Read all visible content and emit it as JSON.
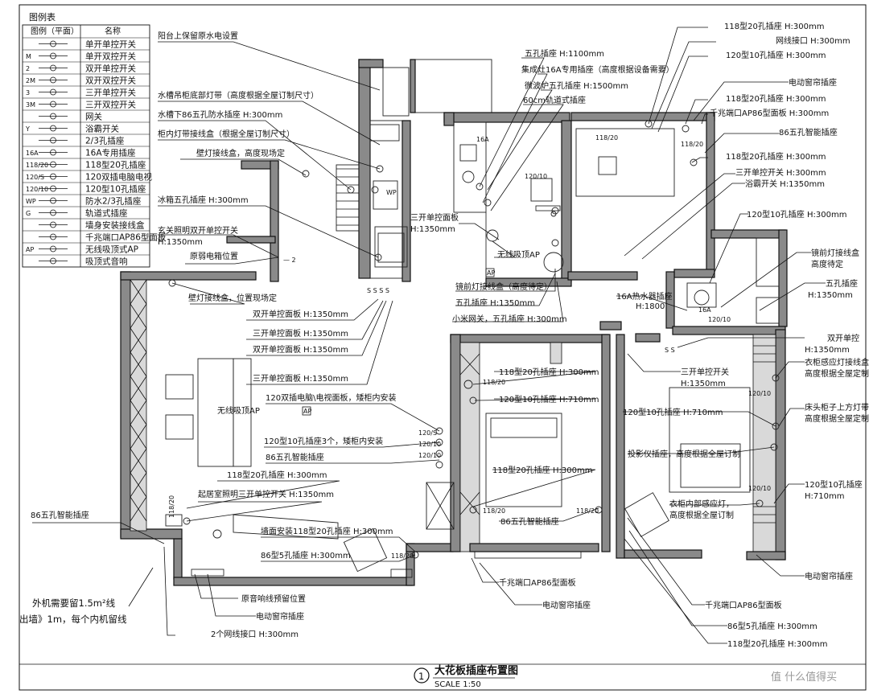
{
  "legend": {
    "title": "图例表",
    "col_symbol": "图例（平面）",
    "col_name": "名称",
    "rows": [
      {
        "code": "",
        "name": "单开单控开关"
      },
      {
        "code": "M",
        "name": "单开双控开关"
      },
      {
        "code": "2",
        "name": "双开单控开关"
      },
      {
        "code": "2M",
        "name": "双开双控开关"
      },
      {
        "code": "3",
        "name": "三开单控开关"
      },
      {
        "code": "3M",
        "name": "三开双控开关"
      },
      {
        "code": "",
        "name": "网关"
      },
      {
        "code": "Y",
        "name": "浴霸开关"
      },
      {
        "code": "",
        "name": "2/3孔插座"
      },
      {
        "code": "16A",
        "name": "16A专用插座"
      },
      {
        "code": "118/20",
        "name": "118型20孔插座"
      },
      {
        "code": "120/S",
        "name": "120双插电脑电视"
      },
      {
        "code": "120/10",
        "name": "120型10孔插座"
      },
      {
        "code": "WP",
        "name": "防水2/3孔插座"
      },
      {
        "code": "G",
        "name": "轨道式插座"
      },
      {
        "code": "",
        "name": "墙身安装接线盒"
      },
      {
        "code": "",
        "name": "千兆端口AP86型面板"
      },
      {
        "code": "AP",
        "name": "无线吸顶式AP"
      },
      {
        "code": "",
        "name": "吸顶式音响"
      }
    ]
  },
  "annotations": {
    "a01": "阳台上保留原水电设置",
    "a02": "水槽吊柜底部灯带（高度根据全屋订制尺寸）",
    "a03": "水槽下86五孔防水插座  H:300mm",
    "a04": "柜内灯带接线盒（根据全屋订制尺寸）",
    "a05": "壁灯接线盒，高度现场定",
    "a06": "冰箱五孔插座  H:300mm",
    "a07": "玄关照明双开单控开关",
    "a07b": "H:1350mm",
    "a08": "原弱电箱位置",
    "a09": "壁灯接线盒，位置现场定",
    "a10": "双开单控面板  H:1350mm",
    "a11": "三开单控面板  H:1350mm",
    "a12": "双开单控面板  H:1350mm",
    "a13": "三开单控面板  H:1350mm",
    "a14": "120双插电脑\\电视面板，矮柜内安装",
    "a15": "无线吸顶AP",
    "a16": "120型10孔插座3个，矮柜内安装",
    "a17": "86五孔智能插座",
    "a18": "118型20孔插座  H:300mm",
    "a19": "起居室照明三开单控开关  H:1350mm",
    "a20": "86五孔智能插座",
    "a21": "墙面安装118型20孔插座  H:300mm",
    "a22": "86型5孔插座  H:300mm",
    "a23": "原音响线预留位置",
    "a24": "电动窗帘插座",
    "a25": "2个网线接口  H:300mm",
    "a26": "外机需要留1.5m²线",
    "a27": "出墙》1m，每个内机留线",
    "a28": "五孔插座  H:1100mm",
    "a29": "集成灶16A专用插座（高度根据设备需要）",
    "a30": "微波炉五孔插座  H:1500mm",
    "a31": "60cm轨道式插座",
    "a32": "三开单控面板",
    "a33": "H:1350mm",
    "a34": "无线吸顶AP",
    "a35": "镜前灯接线盒（高度待定）",
    "a36": "五孔插座  H:1350mm",
    "a37": "小米网关，五孔插座  H:300mm",
    "a38": "118型20孔插座  H:300mm",
    "a39": "网线接口  H:300mm",
    "a40": "120型10孔插座  H:300mm",
    "a41": "电动窗帘插座",
    "a42": "118型20孔插座  H:300mm",
    "a43": "千兆端口AP86型面板  H:300mm",
    "a44": "86五孔智能插座",
    "a45": "118型20孔插座  H:300mm",
    "a46": "三开单控开关  H:300mm",
    "a47": "浴霸开关  H:1350mm",
    "a48": "120型10孔插座  H:300mm",
    "a49": "镜前灯接线盒",
    "a49b": "高度待定",
    "a50": "五孔插座",
    "a50b": "H:1350mm",
    "a51": "16A热水器插座",
    "a51b": "H:1800",
    "a52": "双开单控",
    "a52b": "H:1350mm",
    "a53": "衣柜感应灯接线盒",
    "a53b": "高度根据全屋定制",
    "a54": "三开单控开关",
    "a54b": "H:1350mm",
    "a55": "118型20孔插座  H:300mm",
    "a56": "120型10孔插座  H:710mm",
    "a57": "120型10孔插座  H:710mm",
    "a58": "床头柜子上方灯带接线盒",
    "a58b": "高度根据全屋定制",
    "a59": "投影仪插座，高度根据全屋订制",
    "a60": "118型20孔插座  H:300mm",
    "a61": "86五孔智能插座",
    "a62": "衣柜内部感应灯，",
    "a62b": "高度根据全屋订制",
    "a63": "120型10孔插座",
    "a63b": "H:710mm",
    "a64": "千兆端口AP86型面板",
    "a65": "电动窗帘插座",
    "a66": "电动窗帘插座",
    "a67": "千兆端口AP86型面板",
    "a68": "86型5孔插座  H:300mm",
    "a69": "118型20孔插座  H:300mm"
  },
  "title": {
    "number": "1",
    "main": "大花板插座布置图",
    "scale": "SCALE 1:50"
  },
  "watermark": "值 什么值得买"
}
